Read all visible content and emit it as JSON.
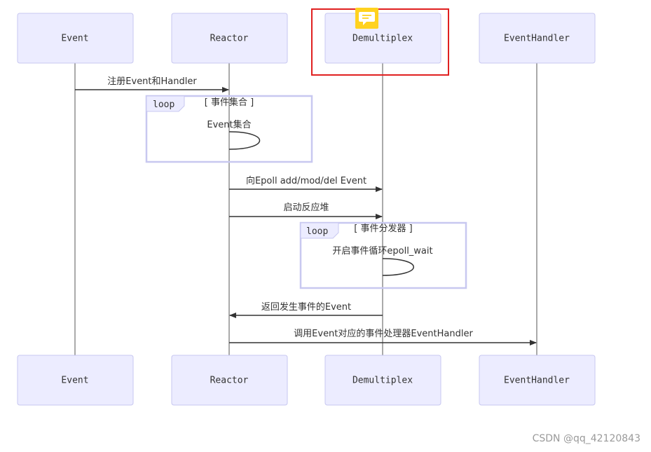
{
  "diagram": {
    "actors": [
      {
        "id": "event",
        "label": "Event"
      },
      {
        "id": "reactor",
        "label": "Reactor"
      },
      {
        "id": "demux",
        "label": "Demultiplex"
      },
      {
        "id": "handler",
        "label": "EventHandler"
      }
    ],
    "messages": [
      {
        "from": "event",
        "to": "reactor",
        "label": "注册Event和Handler"
      },
      {
        "from": "reactor",
        "to": "reactor",
        "label": "Event集合",
        "self": true
      },
      {
        "from": "reactor",
        "to": "demux",
        "label": "向Epoll add/mod/del Event"
      },
      {
        "from": "reactor",
        "to": "demux",
        "label": "启动反应堆"
      },
      {
        "from": "demux",
        "to": "demux",
        "label": "开启事件循环epoll_wait",
        "self": true
      },
      {
        "from": "demux",
        "to": "reactor",
        "label": "返回发生事件的Event"
      },
      {
        "from": "reactor",
        "to": "handler",
        "label": "调用Event对应的事件处理器EventHandler"
      }
    ],
    "loops": [
      {
        "tag": "loop",
        "title": "[ 事件集合 ]"
      },
      {
        "tag": "loop",
        "title": "[ 事件分发器 ]"
      }
    ],
    "highlight": {
      "actor": "demux",
      "color": "#e02020",
      "note_icon": "comment-icon",
      "note_color": "#ffd21f"
    }
  },
  "watermark": "CSDN @qq_42120843"
}
